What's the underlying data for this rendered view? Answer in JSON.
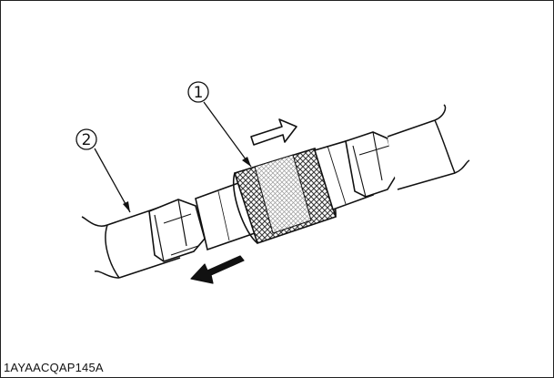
{
  "callouts": [
    {
      "id": "callout-1",
      "label": "1"
    },
    {
      "id": "callout-2",
      "label": "2"
    }
  ],
  "figure_code": "1AYAACQAP145A",
  "arrows": [
    {
      "name": "push-arrow",
      "style": "outline"
    },
    {
      "name": "pull-arrow",
      "style": "solid"
    }
  ],
  "colors": {
    "line": "#111111",
    "fill_light": "#ffffff",
    "knurl_dark": "#4a4a4a"
  }
}
